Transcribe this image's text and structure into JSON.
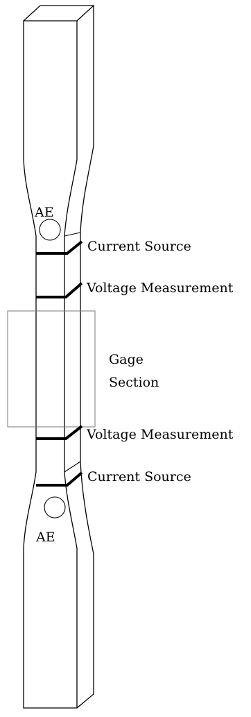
{
  "labels": {
    "ae_top": "AE",
    "ae_bottom": "AE",
    "current_source_top": "Current Source",
    "voltage_measurement_top": "Voltage Measurement",
    "gage_section_line1": "Gage",
    "gage_section_line2": "Section",
    "voltage_measurement_bottom": "Voltage Measurement",
    "current_source_bottom": "Current Source"
  }
}
